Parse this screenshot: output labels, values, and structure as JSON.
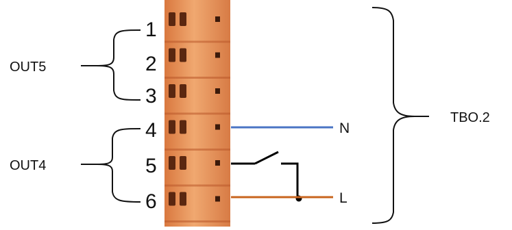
{
  "diagram": {
    "terminal_block": {
      "label": "TBO.2",
      "body_color": "#e8955a",
      "pins": [
        "1",
        "2",
        "3",
        "4",
        "5",
        "6"
      ]
    },
    "groups": [
      {
        "label": "OUT5",
        "pins": [
          "1",
          "2",
          "3"
        ]
      },
      {
        "label": "OUT4",
        "pins": [
          "4",
          "5",
          "6"
        ]
      }
    ],
    "wires": [
      {
        "label": "N",
        "pin": "4",
        "color": "#4a74c4"
      },
      {
        "label": "L",
        "pin": "6",
        "color": "#c8641e"
      }
    ],
    "switch": {
      "pin": "5",
      "color": "#000000"
    }
  }
}
